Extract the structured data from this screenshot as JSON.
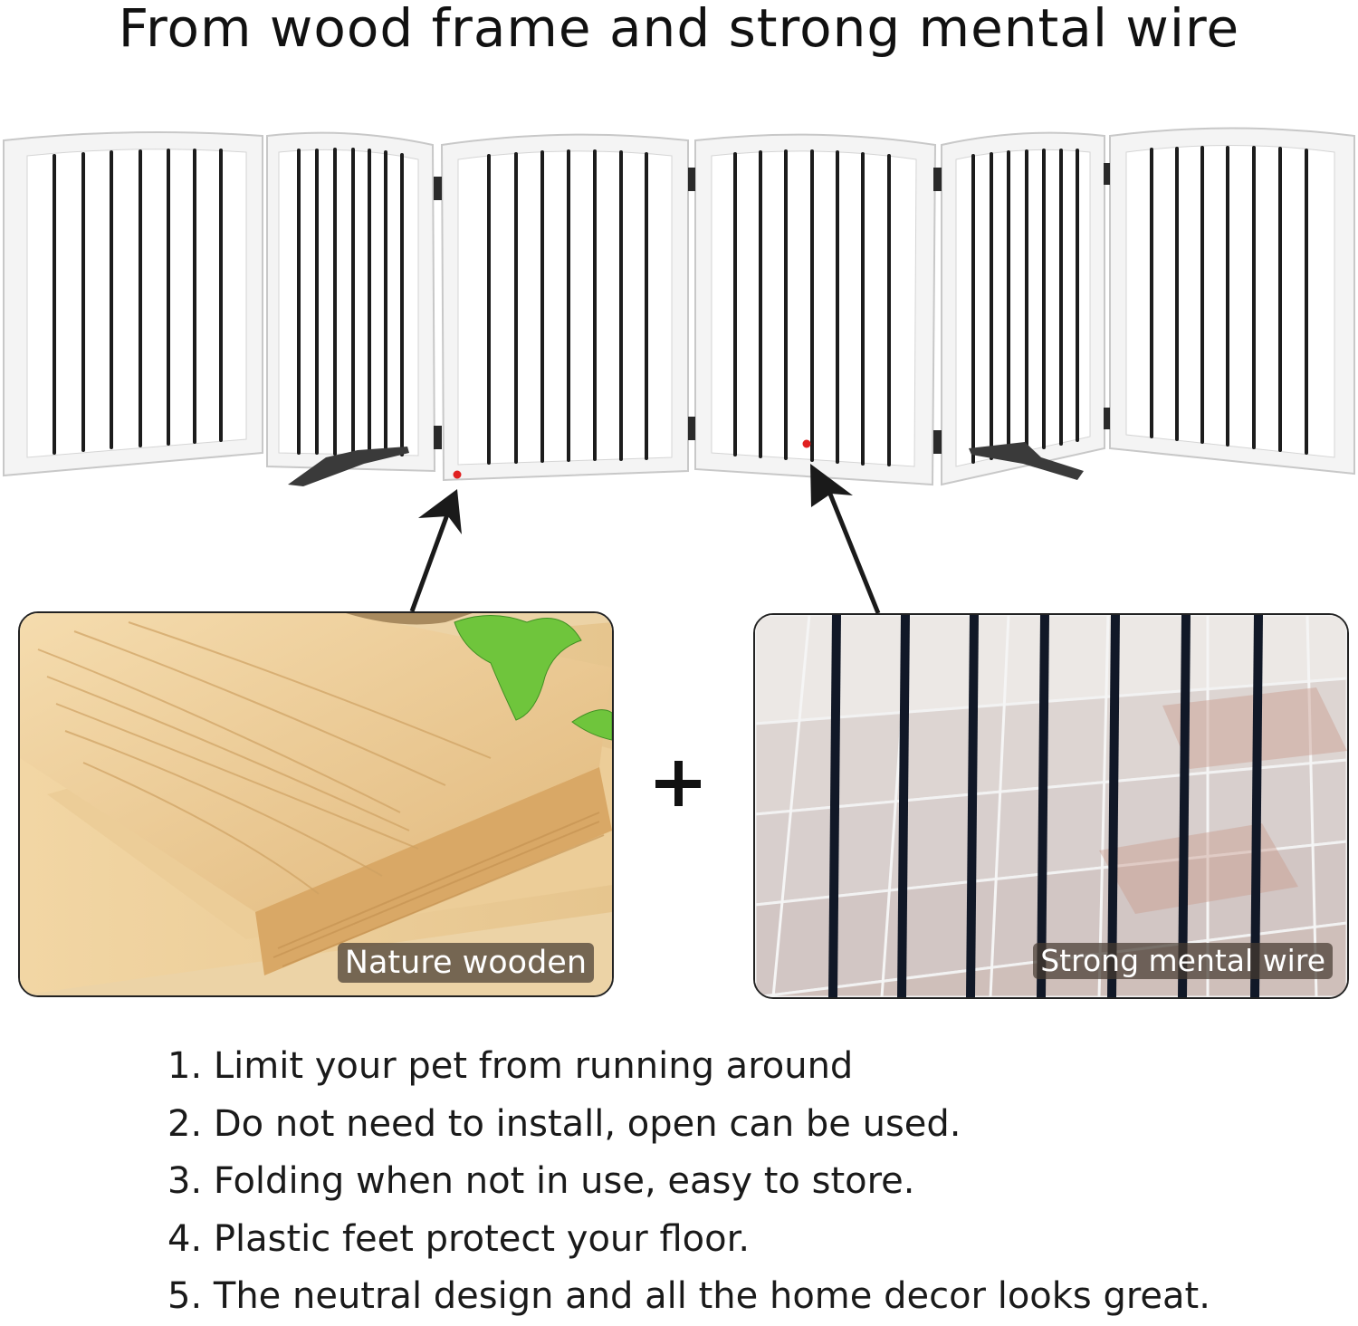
{
  "title": "From wood frame and strong mental wire",
  "materials": {
    "wood_caption": "Nature wooden",
    "wire_caption": "Strong mental wire",
    "joiner_symbol": "+"
  },
  "features": [
    "1. Limit your pet from running around",
    "2. Do not need to install, open can be used.",
    "3. Folding when not in use, easy to store.",
    "4. Plastic feet protect your floor.",
    "5. The neutral design and all the home decor looks great."
  ],
  "colors": {
    "frame": "#f3f3f3",
    "frame_edge": "#c9c9c9",
    "spindle": "#1c1c1c",
    "marker": "#e02020",
    "wood": "#e9c690",
    "tile": "#d7d2cc"
  }
}
